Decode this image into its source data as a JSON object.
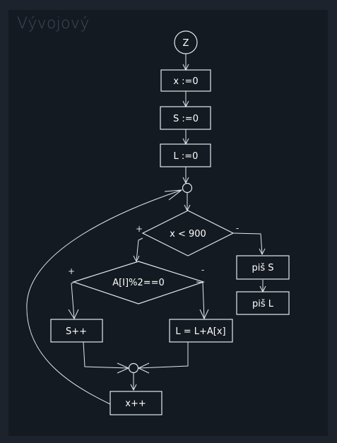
{
  "diagram": {
    "title": "Vývojový",
    "nodes": {
      "start": "Z",
      "init_x": "x :=0",
      "init_s": "S :=0",
      "init_l": "L :=0",
      "cond_x": "x < 900",
      "cond_a": "A[I]%2==0",
      "inc_s": "S++",
      "add_l": "L = L+A[x]",
      "inc_x": "x++",
      "print_s": "piš S",
      "print_l": "piš L"
    },
    "branches": {
      "cond_x_true": "+",
      "cond_x_false": "-",
      "cond_a_true": "+",
      "cond_a_false": "-"
    },
    "colors": {
      "background": "#1c232c",
      "panel": "#141a21",
      "stroke": "#e3e8ee",
      "title": "#3e4957"
    }
  }
}
